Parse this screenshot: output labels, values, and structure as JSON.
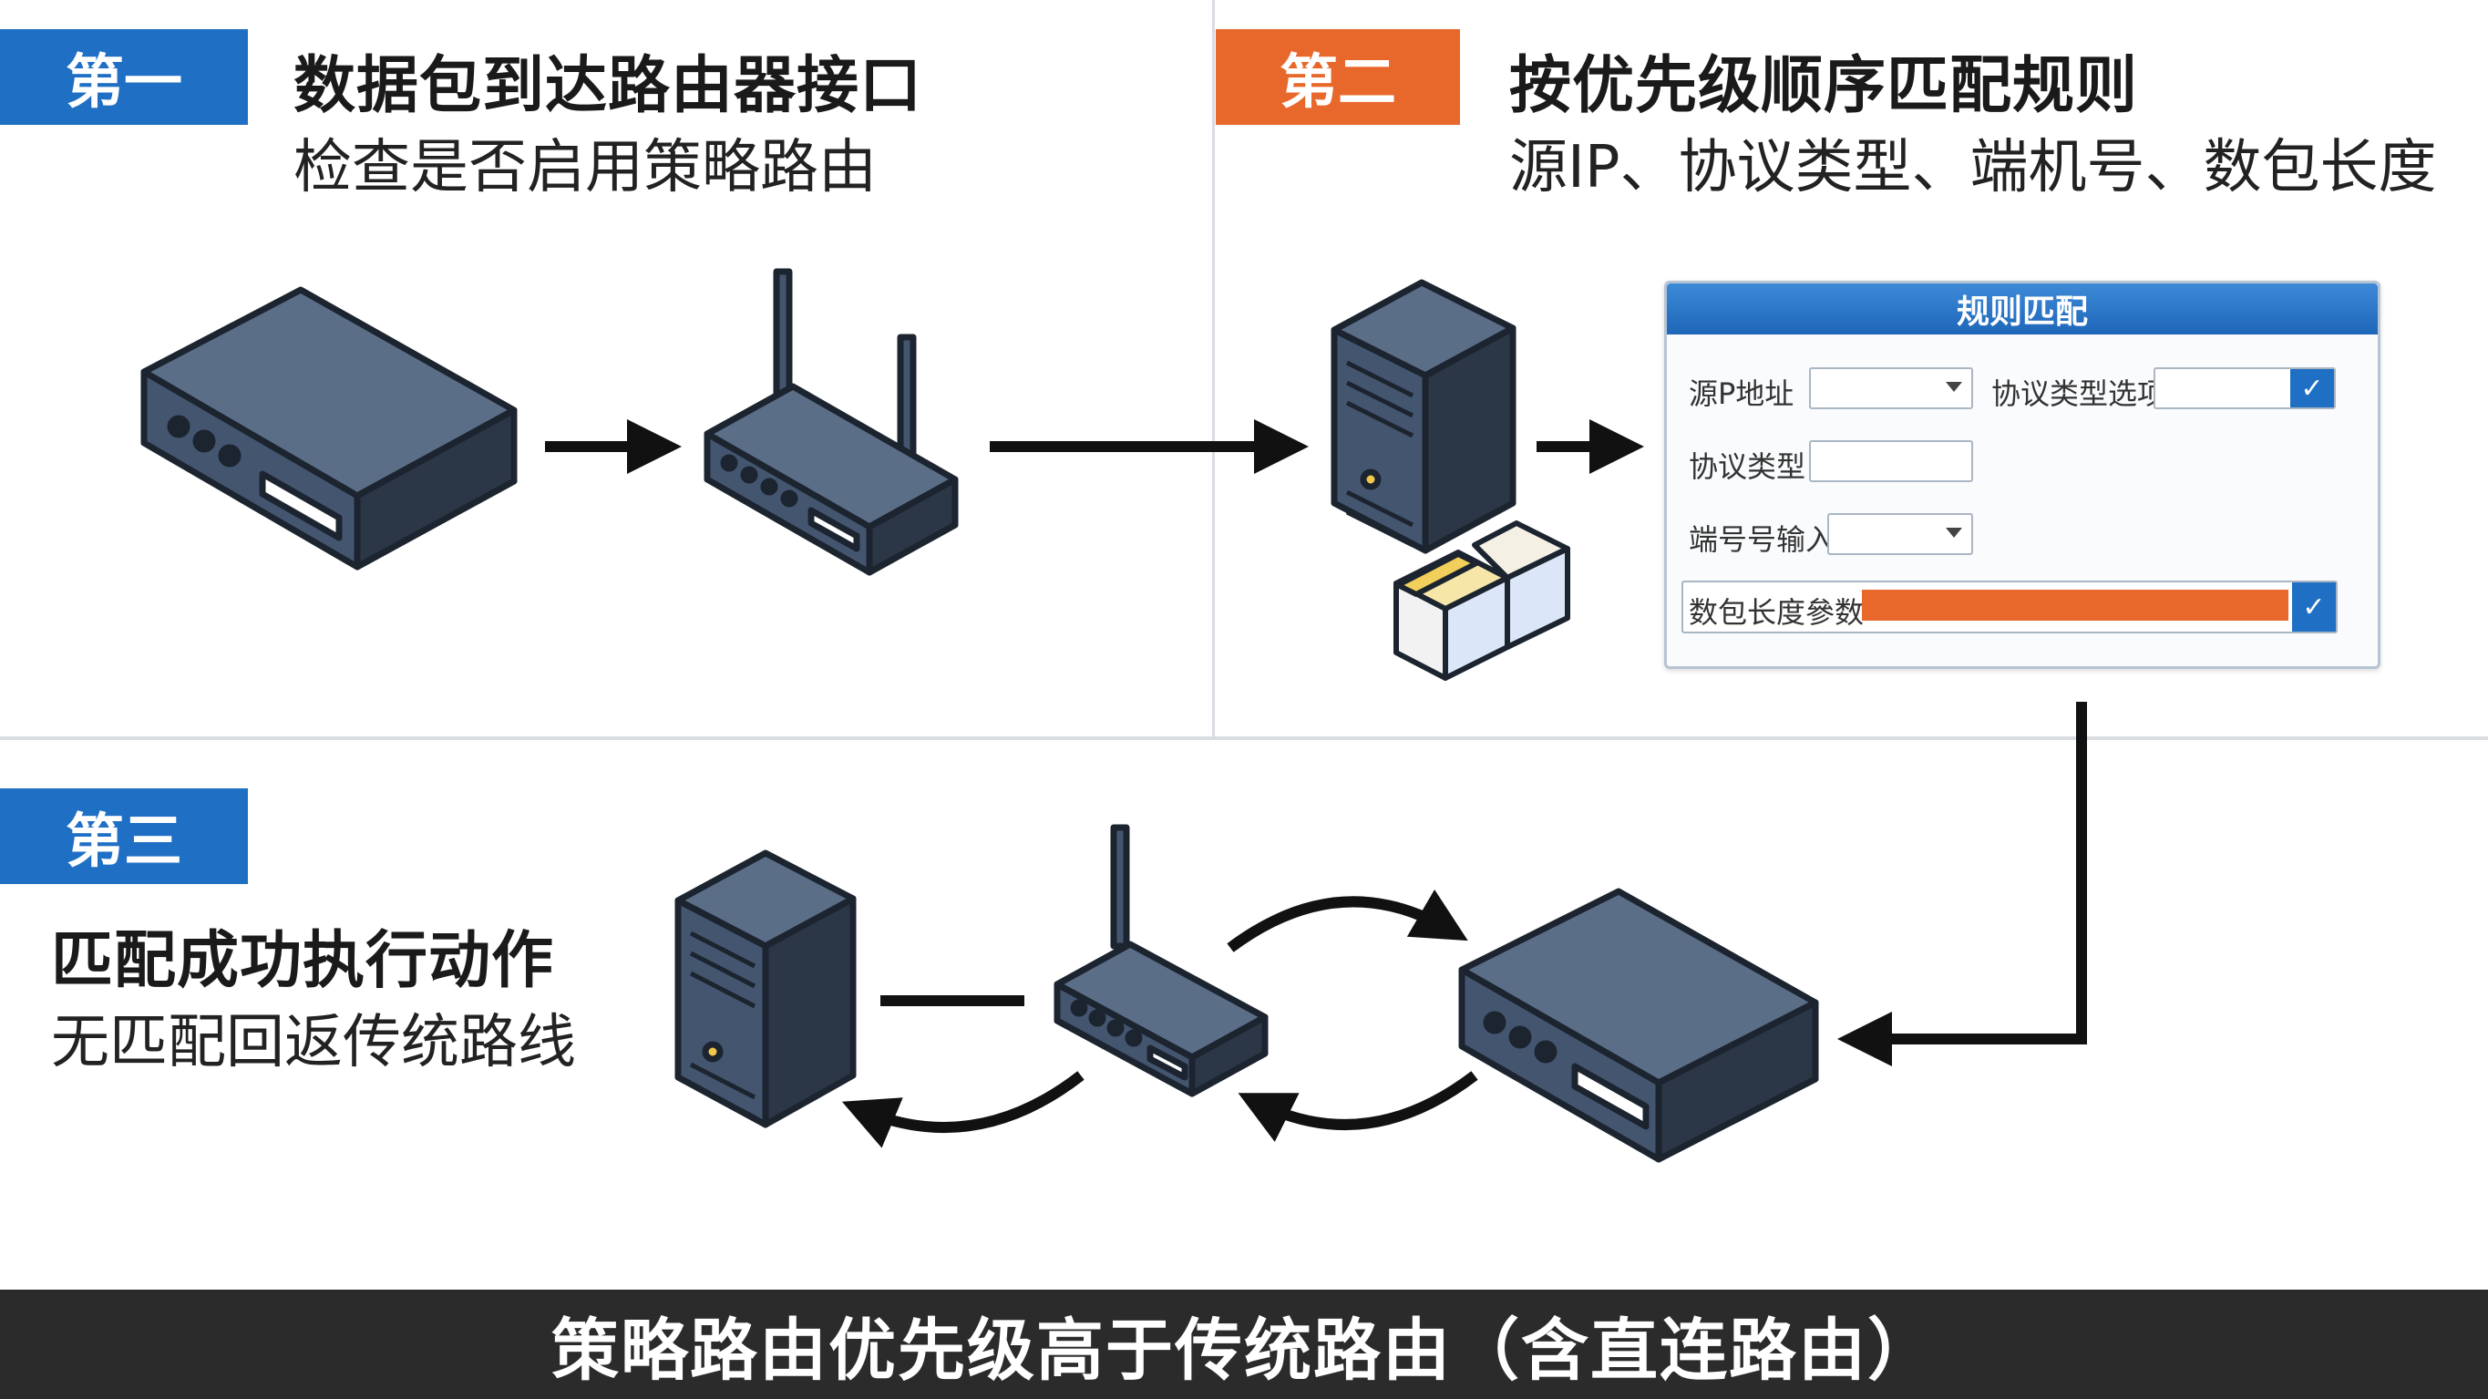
{
  "step1": {
    "badge": "第一",
    "title": "数据包到达路由器接口",
    "subtitle": "检查是否启用策略路由"
  },
  "step2": {
    "badge": "第二",
    "title": "按优先级顺序匹配规则",
    "subtitle": "源IP、协议类型、端机号、数包长度"
  },
  "step3": {
    "badge": "第三",
    "title": "匹配成功执行动作",
    "subtitle": "无匹配回返传统路线"
  },
  "rule_panel": {
    "header": "规则匹配",
    "source_ip_label": "源P地址",
    "protocol_option_label": "协议类型选项",
    "protocol_type_label": "协议类型",
    "port_input_label": "端号号输入",
    "packet_length_label": "数包长度參数"
  },
  "footer": "策略路由优先级高于传统路由（含直连路由）",
  "colors": {
    "blue": "#1f6fc4",
    "orange": "#e8682c",
    "device": "#44566f",
    "device_dark": "#1c2430",
    "footer_bg": "#2b2b2b"
  },
  "icons": [
    "router-box-icon",
    "wifi-router-icon",
    "server-tower-icon",
    "cube-blocks-icon",
    "arrow-icon"
  ]
}
